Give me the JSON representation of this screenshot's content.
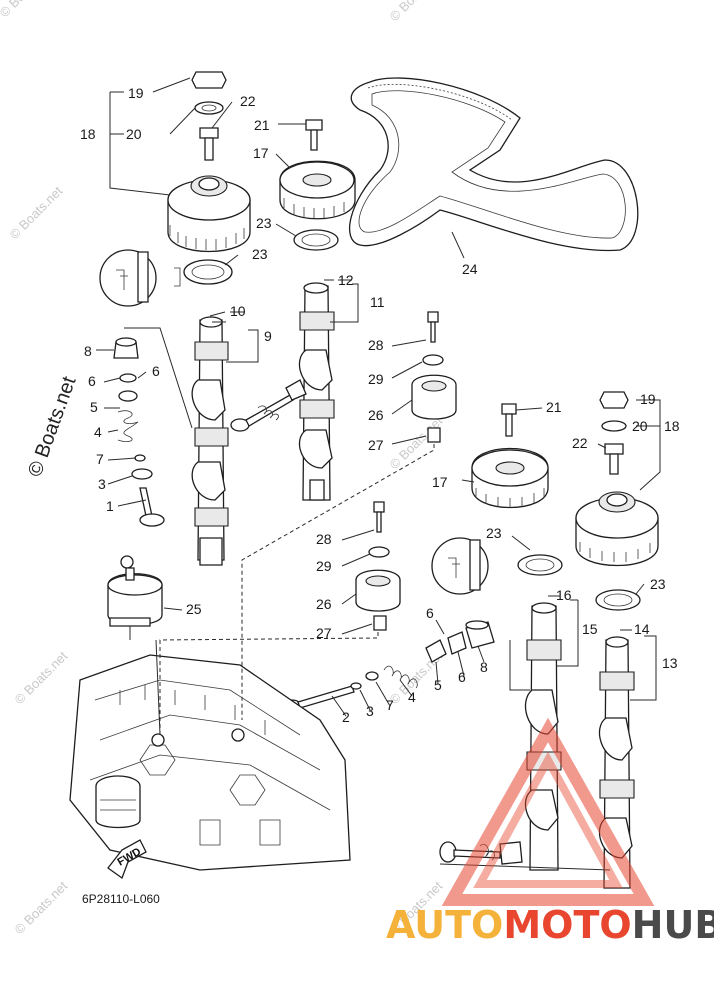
{
  "diagram_code": "6P28110-L060",
  "watermark_text": "© Boats.net",
  "fwd_label": "FWD",
  "brand": {
    "part1": "AUTO",
    "part2": "MOTO",
    "part3": "HUB",
    "color1": "#f5b23a",
    "color2": "#e8462f",
    "color3": "#4a4a4a"
  },
  "labels": {
    "l1": "1",
    "l2": "2",
    "l3a": "3",
    "l3b": "3",
    "l4a": "4",
    "l4b": "4",
    "l5": "5",
    "l6a": "6",
    "l6b": "6",
    "l6c": "6",
    "l6d": "6",
    "l7a": "7",
    "l7b": "7",
    "l8a": "8",
    "l8b": "8",
    "l9": "9",
    "l10": "10",
    "l11": "11",
    "l12": "12",
    "l13": "13",
    "l14": "14",
    "l15": "15",
    "l16": "16",
    "l17a": "17",
    "l17b": "17",
    "l18a": "18",
    "l18b": "18",
    "l19a": "19",
    "l19b": "19",
    "l20a": "20",
    "l20b": "20",
    "l21a": "21",
    "l21b": "21",
    "l22a": "22",
    "l22b": "22",
    "l23a": "23",
    "l23b": "23",
    "l23c": "23",
    "l23d": "23",
    "l24": "24",
    "l25": "25",
    "l26a": "26",
    "l26b": "26",
    "l27a": "27",
    "l27b": "27",
    "l28a": "28",
    "l28b": "28",
    "l29a": "29",
    "l29b": "29"
  }
}
